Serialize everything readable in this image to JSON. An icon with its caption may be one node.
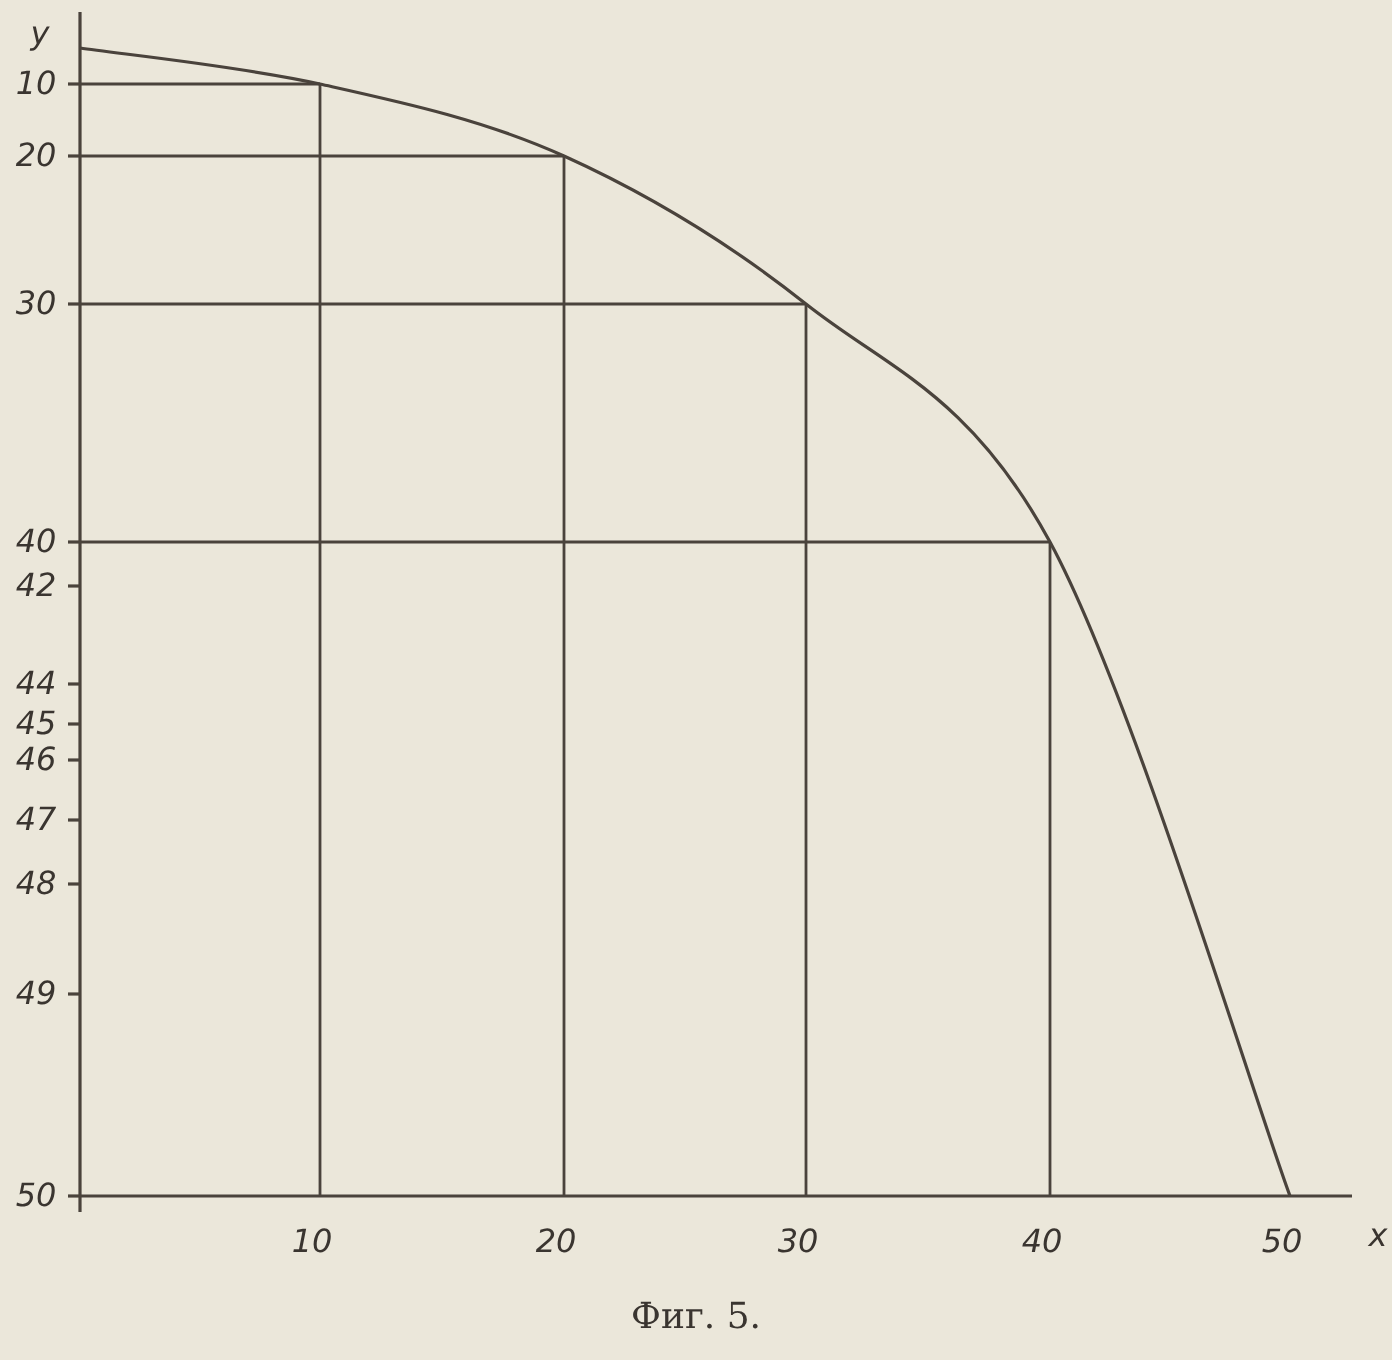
{
  "diagram": {
    "caption": "Фиг. 5.",
    "labels": [
      "y",
      "10",
      "20",
      "30",
      "40",
      "42",
      "44",
      "45",
      "46",
      "47",
      "48",
      "49",
      "50",
      "10",
      "20",
      "30",
      "40",
      "50",
      "x"
    ]
  }
}
